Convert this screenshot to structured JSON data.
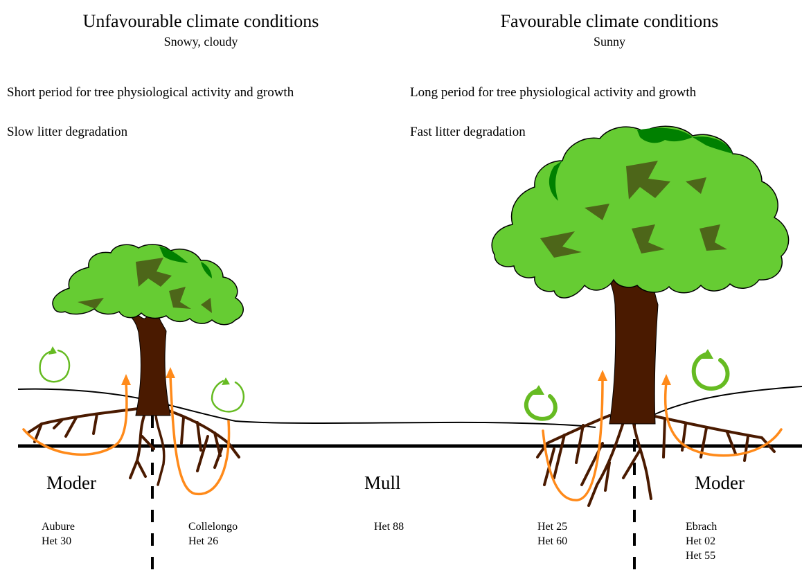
{
  "left_panel": {
    "heading": "Unfavourable climate conditions",
    "subheading": "Snowy, cloudy",
    "growth_text": "Short period for tree physiological activity and growth",
    "litter_text": "Slow litter degradation"
  },
  "right_panel": {
    "heading": "Favourable climate conditions",
    "subheading": "Sunny",
    "growth_text": "Long period for tree physiological activity and growth",
    "litter_text": "Fast litter degradation"
  },
  "humus_forms": {
    "left": "Moder",
    "center": "Mull",
    "right": "Moder"
  },
  "site_groups": [
    {
      "sites": [
        "Aubure",
        "Het 30"
      ]
    },
    {
      "sites": [
        "Collelongo",
        "Het 26"
      ]
    },
    {
      "sites": [
        "Het 88"
      ]
    },
    {
      "sites": [
        "Het 25",
        "Het 60"
      ]
    },
    {
      "sites": [
        "Ebrach",
        "Het 02",
        "Het 55"
      ]
    }
  ],
  "colors": {
    "foliage": "#66cc33",
    "foliage_dark": "#008000",
    "foliage_shadow": "#4d6619",
    "trunk": "#4a1a00",
    "orange_arrow": "#ff8a1a",
    "green_cycle": "#66bb22"
  }
}
